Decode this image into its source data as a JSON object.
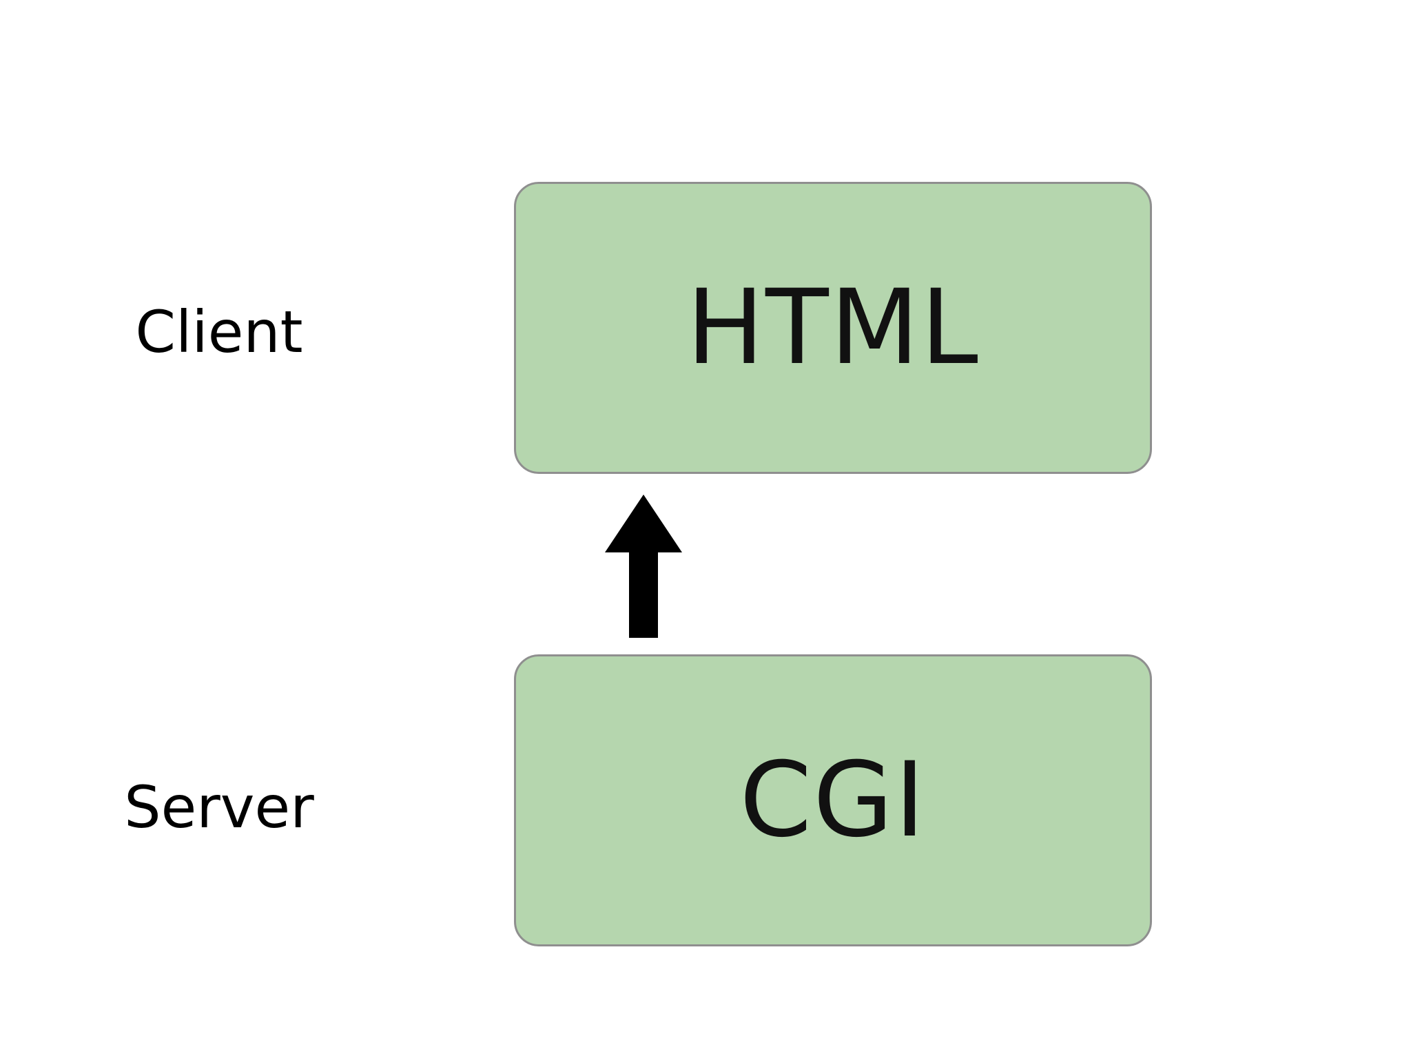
{
  "labels": {
    "client": "Client",
    "server": "Server"
  },
  "boxes": {
    "top": {
      "label": "HTML"
    },
    "bottom": {
      "label": "CGI"
    }
  },
  "colors": {
    "box_fill": "#b5d6ae",
    "box_border": "#8f8f8f",
    "arrow": "#000000",
    "text": "#000000"
  },
  "arrow": {
    "direction": "up"
  }
}
